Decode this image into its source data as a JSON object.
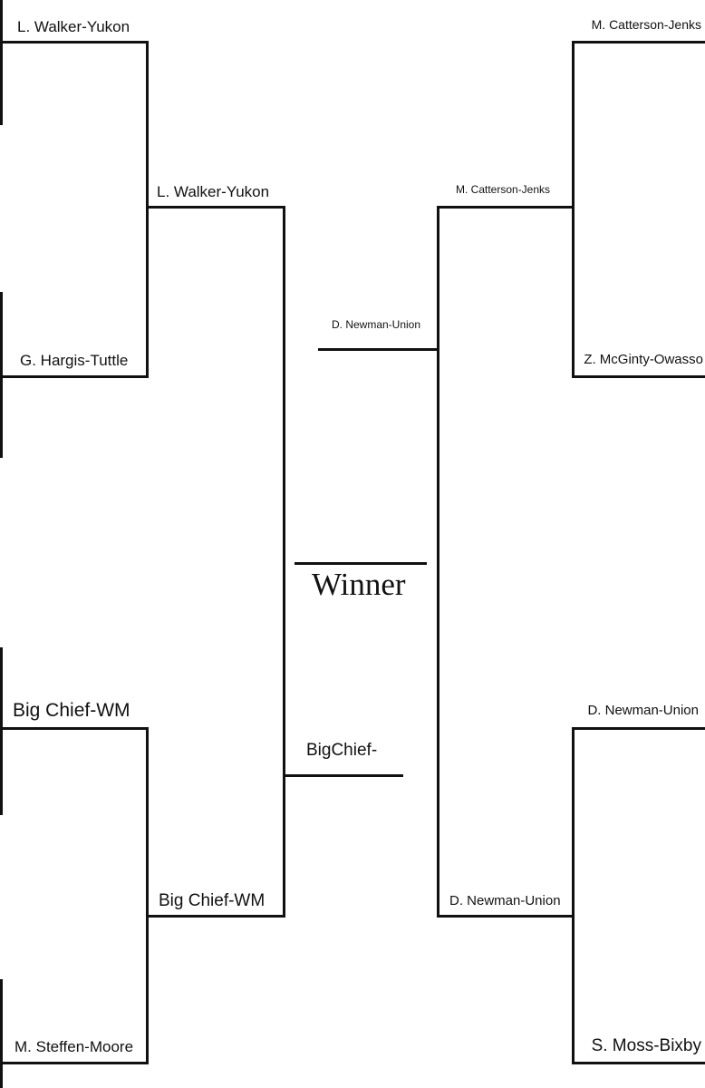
{
  "bracket": {
    "left": {
      "round1": [
        "L. Walker-Yukon",
        "G. Hargis-Tuttle",
        "Big Chief-WM",
        "M. Steffen-Moore"
      ],
      "round2": [
        "L. Walker-Yukon",
        "Big Chief-WM"
      ],
      "final": "BigChief-"
    },
    "right": {
      "round1": [
        "M. Catterson-Jenks",
        "Z. McGinty-Owasso",
        "D. Newman-Union",
        "S. Moss-Bixby"
      ],
      "round2": [
        "M. Catterson-Jenks",
        "D. Newman-Union"
      ],
      "final": "D. Newman-Union"
    },
    "winner_label": "Winner"
  }
}
